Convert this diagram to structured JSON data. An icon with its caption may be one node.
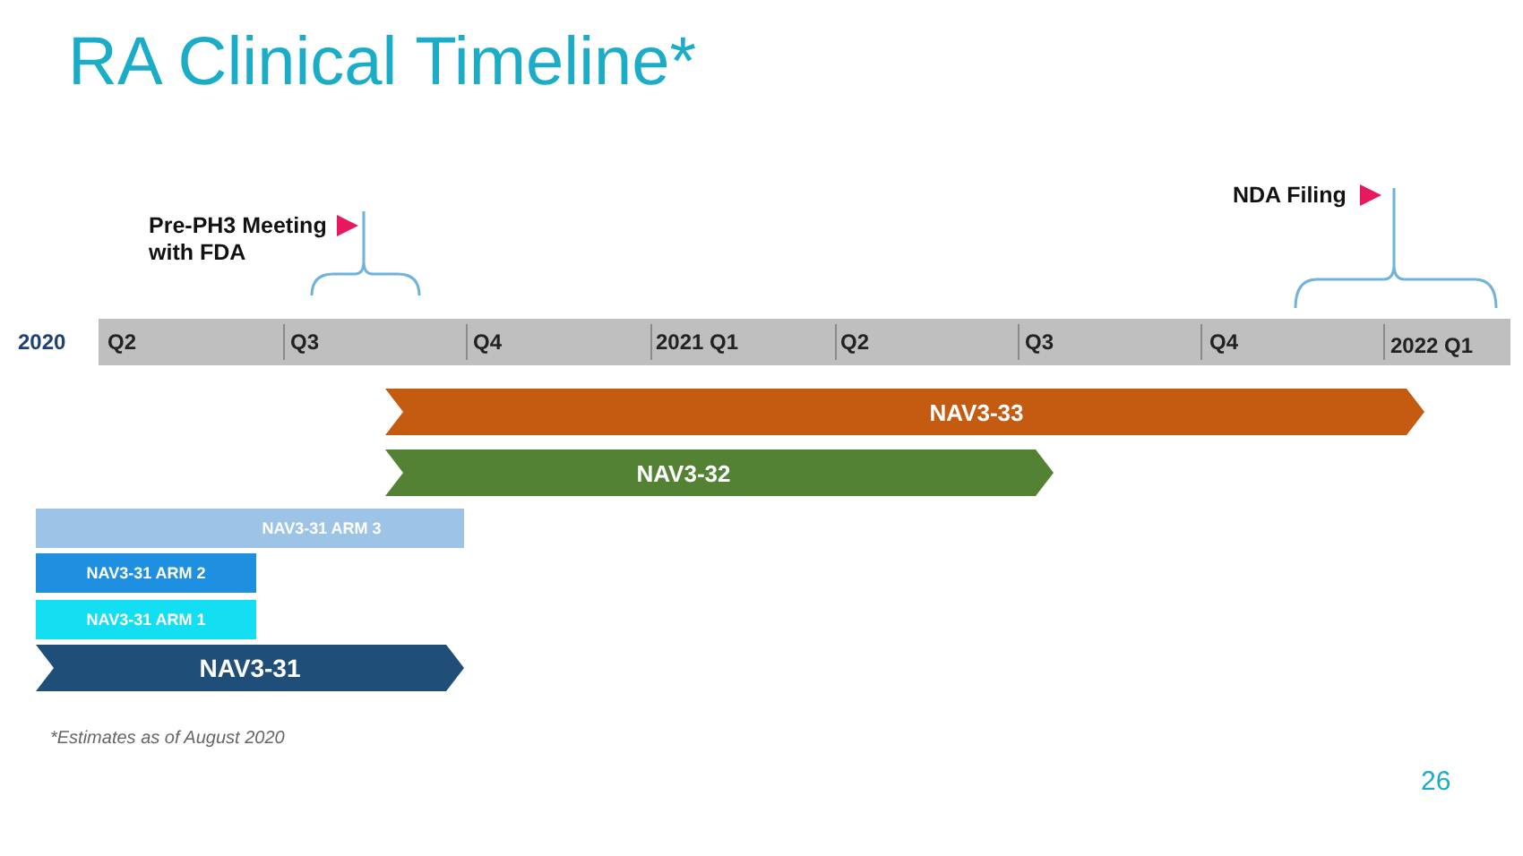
{
  "diagram": {
    "title": "RA Clinical Timeline*",
    "nodes": [
      {
        "text": [
          "NAV3-33"
        ]
      },
      {
        "text": [
          "NAV3-32"
        ]
      },
      {
        "text": [
          "NAV3-31 ARM 3"
        ]
      },
      {
        "text": [
          "NAV3-31 ARM 2"
        ]
      },
      {
        "text": [
          "NAV3-31 ARM 1"
        ]
      },
      {
        "text": [
          "NAV3-31"
        ]
      }
    ],
    "labels": [
      "Pre-PH3 Meeting with FDA",
      "NDA Filing",
      "2020",
      "Q2",
      "Q3",
      "Q4",
      "2021 Q1",
      "Q2",
      "Q3",
      "Q4",
      "2022 Q1",
      "*Estimates as of August 2020",
      "26"
    ]
  }
}
